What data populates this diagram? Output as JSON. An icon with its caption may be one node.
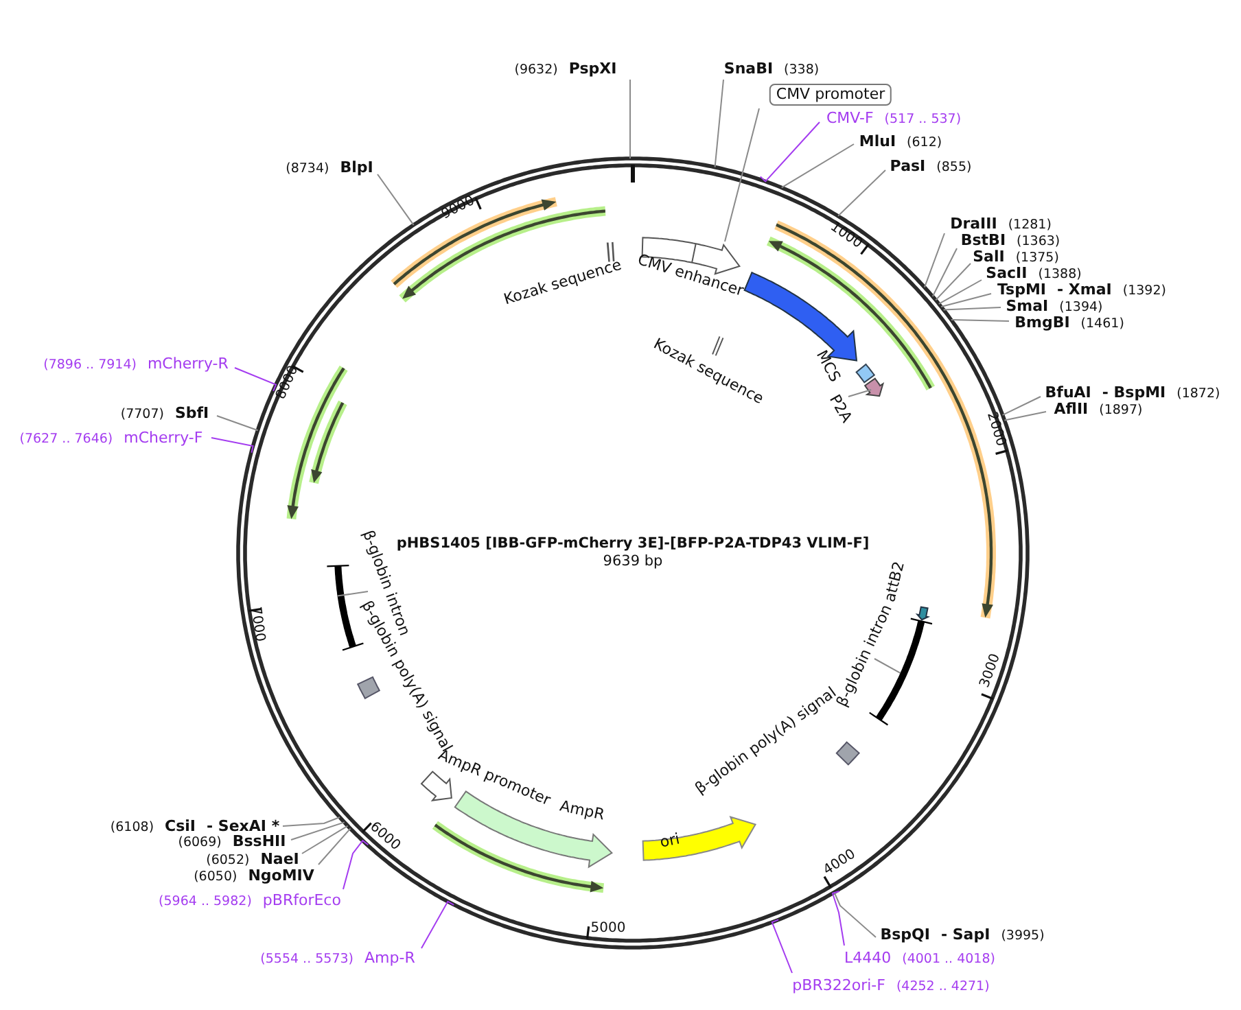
{
  "diagram": {
    "title": "pHBS1405 [IBB-GFP-mCherry 3E]-[BFP-P2A-TDP43 VLIM-F]",
    "caption": "9639 bp",
    "nodes": [
      {
        "text": [
          "(9632)",
          "PspXI"
        ]
      },
      {
        "text": [
          "SnaBI",
          "(338)"
        ]
      },
      {
        "text": [
          "CMV promoter"
        ]
      },
      {
        "text": [
          "CMV-F",
          "(517 .. 537)"
        ]
      },
      {
        "text": [
          "MluI",
          "(612)"
        ]
      },
      {
        "text": [
          "PasI",
          "(855)"
        ]
      },
      {
        "text": [
          "DraIII",
          "(1281)"
        ]
      },
      {
        "text": [
          "BstBI",
          "(1363)"
        ]
      },
      {
        "text": [
          "SalI",
          "(1375)"
        ]
      },
      {
        "text": [
          "SacII",
          "(1388)"
        ]
      },
      {
        "text": [
          "TspMI",
          "- XmaI",
          "(1392)"
        ]
      },
      {
        "text": [
          "SmaI",
          "(1394)"
        ]
      },
      {
        "text": [
          "BmgBI",
          "(1461)"
        ]
      },
      {
        "text": [
          "BfuAI",
          "- BspMI",
          "(1872)"
        ]
      },
      {
        "text": [
          "AflII",
          "(1897)"
        ]
      },
      {
        "text": [
          "(8734)",
          "BlpI"
        ]
      },
      {
        "text": [
          "(7896 .. 7914)",
          "mCherry-R"
        ]
      },
      {
        "text": [
          "(7707)",
          "SbfI"
        ]
      },
      {
        "text": [
          "(7627 .. 7646)",
          "mCherry-F"
        ]
      },
      {
        "text": [
          "(6108)",
          "CsiI",
          "- SexAI *"
        ]
      },
      {
        "text": [
          "(6069)",
          "BssHII"
        ]
      },
      {
        "text": [
          "(6052)",
          "NaeI"
        ]
      },
      {
        "text": [
          "(6050)",
          "NgoMIV"
        ]
      },
      {
        "text": [
          "(5964 .. 5982)",
          "pBRforEco"
        ]
      },
      {
        "text": [
          "(5554 .. 5573)",
          "Amp-R"
        ]
      },
      {
        "text": [
          "BspQI",
          "- SapI",
          "(3995)"
        ]
      },
      {
        "text": [
          "L4440",
          "(4001 .. 4018)"
        ]
      },
      {
        "text": [
          "pBR322ori-F",
          "(4252 .. 4271)"
        ]
      },
      {
        "text": [
          "β-globin intron"
        ]
      },
      {
        "text": [
          "β-globin intron"
        ]
      },
      {
        "text": [
          "P2A"
        ]
      },
      {
        "text": [],
        "shape": "circle"
      },
      {
        "text": [],
        "shape": "arrow"
      },
      {
        "text": [],
        "shape": "bar"
      },
      {
        "text": [],
        "shape": "bar"
      }
    ],
    "edges": [
      {
        "from": 0,
        "to": 31,
        "arrow": "none"
      },
      {
        "from": 1,
        "to": 31,
        "arrow": "none"
      },
      {
        "from": 2,
        "to": null,
        "arrow": "none"
      },
      {
        "from": 3,
        "to": 31,
        "arrow": "none",
        "color": "#a43cf0"
      },
      {
        "from": 4,
        "to": 31,
        "arrow": "none"
      },
      {
        "from": 5,
        "to": 31,
        "arrow": "none"
      },
      {
        "from": 6,
        "to": 31,
        "arrow": "none"
      },
      {
        "from": 7,
        "to": 31,
        "arrow": "none"
      },
      {
        "from": 8,
        "to": 31,
        "arrow": "none"
      },
      {
        "from": 9,
        "to": 31,
        "arrow": "none"
      },
      {
        "from": 10,
        "to": 31,
        "arrow": "none"
      },
      {
        "from": 11,
        "to": 31,
        "arrow": "none"
      },
      {
        "from": 12,
        "to": 31,
        "arrow": "none"
      },
      {
        "from": 13,
        "to": 31,
        "arrow": "none"
      },
      {
        "from": 14,
        "to": 31,
        "arrow": "none"
      },
      {
        "from": 15,
        "to": 31,
        "arrow": "none"
      },
      {
        "from": 16,
        "to": 31,
        "arrow": "none",
        "color": "#a43cf0"
      },
      {
        "from": 17,
        "to": 31,
        "arrow": "none"
      },
      {
        "from": 18,
        "to": 31,
        "arrow": "none",
        "color": "#a43cf0"
      },
      {
        "from": 19,
        "to": 31,
        "arrow": "none"
      },
      {
        "from": 20,
        "to": 31,
        "arrow": "none"
      },
      {
        "from": 21,
        "to": 31,
        "arrow": "none"
      },
      {
        "from": 22,
        "to": 31,
        "arrow": "none"
      },
      {
        "from": 23,
        "to": 31,
        "arrow": "none",
        "color": "#a43cf0"
      },
      {
        "from": 24,
        "to": 31,
        "arrow": "none",
        "color": "#a43cf0"
      },
      {
        "from": 25,
        "to": 31,
        "arrow": "none"
      },
      {
        "from": 26,
        "to": 31,
        "arrow": "none",
        "color": "#a43cf0"
      },
      {
        "from": 27,
        "to": 31,
        "arrow": "none",
        "color": "#a43cf0"
      },
      {
        "from": 28,
        "to": 33,
        "arrow": "none"
      },
      {
        "from": 29,
        "to": 34,
        "arrow": "none"
      },
      {
        "from": 30,
        "to": 32,
        "arrow": "none"
      }
    ],
    "labels": [
      "9000",
      "1000",
      "Kozak sequence",
      "CMV enhancer",
      "Kozak sequence",
      "MCS",
      "8000",
      "2000",
      "7000",
      "β-globin poly(A) signal",
      "attB2",
      "3000",
      "AmpR promoter",
      "AmpR",
      "β-globin poly(A) signal",
      "ori",
      "6000",
      "4000",
      "5000"
    ]
  }
}
